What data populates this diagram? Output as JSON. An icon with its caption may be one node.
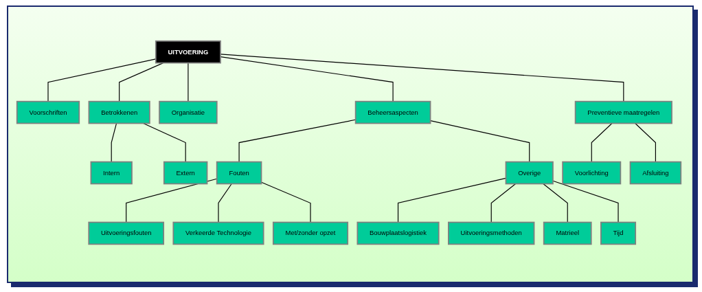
{
  "diagram": {
    "nodes": [
      {
        "text": [
          "UITVOERING"
        ]
      },
      {
        "text": [
          "Voorschriften"
        ]
      },
      {
        "text": [
          "Betrokkenen"
        ]
      },
      {
        "text": [
          "Organisatie"
        ]
      },
      {
        "text": [
          "Beheersaspecten"
        ]
      },
      {
        "text": [
          "Preventieve maatregelen"
        ]
      },
      {
        "text": [
          "Intern"
        ]
      },
      {
        "text": [
          "Extern"
        ]
      },
      {
        "text": [
          "Fouten"
        ]
      },
      {
        "text": [
          "Overige"
        ]
      },
      {
        "text": [
          "Voorlichting"
        ]
      },
      {
        "text": [
          "Afsluiting"
        ]
      },
      {
        "text": [
          "Uitvoeringsfouten"
        ]
      },
      {
        "text": [
          "Verkeerde Technologie"
        ]
      },
      {
        "text": [
          "Met/zonder opzet"
        ]
      },
      {
        "text": [
          "Bouwplaatslogistiek"
        ]
      },
      {
        "text": [
          "Uitvoeringsmethoden"
        ]
      },
      {
        "text": [
          "Matrieel"
        ]
      },
      {
        "text": [
          "Tijd"
        ]
      }
    ],
    "edges": [
      {
        "from": 0,
        "to": 1,
        "arrow": "none"
      },
      {
        "from": 0,
        "to": 2,
        "arrow": "none"
      },
      {
        "from": 0,
        "to": 3,
        "arrow": "none"
      },
      {
        "from": 0,
        "to": 4,
        "arrow": "none"
      },
      {
        "from": 0,
        "to": 5,
        "arrow": "none"
      },
      {
        "from": 2,
        "to": 6,
        "arrow": "none"
      },
      {
        "from": 2,
        "to": 7,
        "arrow": "none"
      },
      {
        "from": 4,
        "to": 8,
        "arrow": "none"
      },
      {
        "from": 4,
        "to": 9,
        "arrow": "none"
      },
      {
        "from": 5,
        "to": 10,
        "arrow": "none"
      },
      {
        "from": 5,
        "to": 11,
        "arrow": "none"
      },
      {
        "from": 8,
        "to": 12,
        "arrow": "none"
      },
      {
        "from": 8,
        "to": 13,
        "arrow": "none"
      },
      {
        "from": 8,
        "to": 14,
        "arrow": "none"
      },
      {
        "from": 9,
        "to": 15,
        "arrow": "none"
      },
      {
        "from": 9,
        "to": 16,
        "arrow": "none"
      },
      {
        "from": 9,
        "to": 17,
        "arrow": "none"
      },
      {
        "from": 9,
        "to": 18,
        "arrow": "none"
      }
    ]
  }
}
